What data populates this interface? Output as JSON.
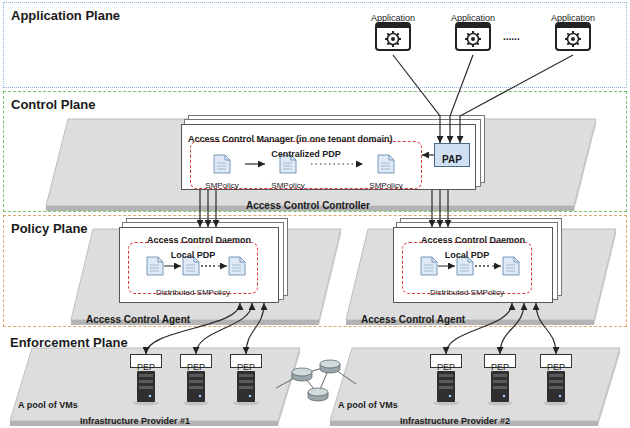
{
  "diagram": {
    "nodes": [
      {
        "text": [
          "Application Plane"
        ]
      },
      {
        "text": [
          "Application"
        ],
        "in": 0
      },
      {
        "text": [
          "Application"
        ],
        "in": 0
      },
      {
        "text": [
          "Application"
        ],
        "in": 0
      },
      {
        "text": [
          "Control Plane"
        ]
      },
      {
        "text": [
          "Access Control Controller"
        ],
        "in": 4
      },
      {
        "text": [
          "Access Control Manager (in one tenant domain)"
        ],
        "in": 5
      },
      {
        "text": [
          "Centralized PDP"
        ],
        "in": 6
      },
      {
        "text": [
          "SMPolicy"
        ],
        "in": 7
      },
      {
        "text": [
          "SMPolicy"
        ],
        "in": 7
      },
      {
        "text": [
          "SMPolicy"
        ],
        "in": 7
      },
      {
        "text": [
          "PAP"
        ],
        "in": 6
      },
      {
        "text": [
          "Policy Plane"
        ]
      },
      {
        "text": [
          "Access Control Agent"
        ],
        "in": 12
      },
      {
        "text": [
          "Access Control Daemon"
        ],
        "in": 13
      },
      {
        "text": [
          "Local PDP",
          "Distributed SMPolicy"
        ],
        "in": 14
      },
      {
        "text": [
          "Access Control Agent"
        ],
        "in": 12
      },
      {
        "text": [
          "Access Control Daemon"
        ],
        "in": 16
      },
      {
        "text": [
          "Local PDP",
          "Distributed SMPolicy"
        ],
        "in": 17
      },
      {
        "text": [
          "Enforcement Plane"
        ]
      },
      {
        "text": [
          "A pool of VMs",
          "Infrastructure Provider #1"
        ],
        "in": 19
      },
      {
        "text": [
          "PEP"
        ],
        "in": 20
      },
      {
        "text": [
          "PEP"
        ],
        "in": 20
      },
      {
        "text": [
          "PEP"
        ],
        "in": 20
      },
      {
        "text": [
          "A pool of VMs",
          "Infrastructure Provider #2"
        ],
        "in": 19
      },
      {
        "text": [
          "PEP"
        ],
        "in": 24
      },
      {
        "text": [
          "PEP"
        ],
        "in": 24
      },
      {
        "text": [
          "PEP"
        ],
        "in": 24
      }
    ],
    "edges": [
      {
        "from": 1,
        "to": 11,
        "arrow": "to"
      },
      {
        "from": 2,
        "to": 11,
        "arrow": "to"
      },
      {
        "from": 3,
        "to": 11,
        "arrow": "to"
      },
      {
        "from": 11,
        "to": 7,
        "arrow": "to"
      },
      {
        "from": 8,
        "to": 9,
        "arrow": "to"
      },
      {
        "from": 9,
        "to": 10,
        "arrow": "to"
      },
      {
        "from": 6,
        "to": 14,
        "arrow": "to"
      },
      {
        "from": 6,
        "to": 14,
        "arrow": "to"
      },
      {
        "from": 6,
        "to": 14,
        "arrow": "to"
      },
      {
        "from": 6,
        "to": 17,
        "arrow": "to"
      },
      {
        "from": 6,
        "to": 17,
        "arrow": "to"
      },
      {
        "from": 6,
        "to": 17,
        "arrow": "to"
      },
      {
        "from": 14,
        "to": 21,
        "arrow": "both"
      },
      {
        "from": 14,
        "to": 22,
        "arrow": "both"
      },
      {
        "from": 14,
        "to": 23,
        "arrow": "both"
      },
      {
        "from": 17,
        "to": 25,
        "arrow": "both"
      },
      {
        "from": 17,
        "to": 26,
        "arrow": "both"
      },
      {
        "from": 17,
        "to": 27,
        "arrow": "both"
      }
    ],
    "labels": [
      "......"
    ]
  }
}
